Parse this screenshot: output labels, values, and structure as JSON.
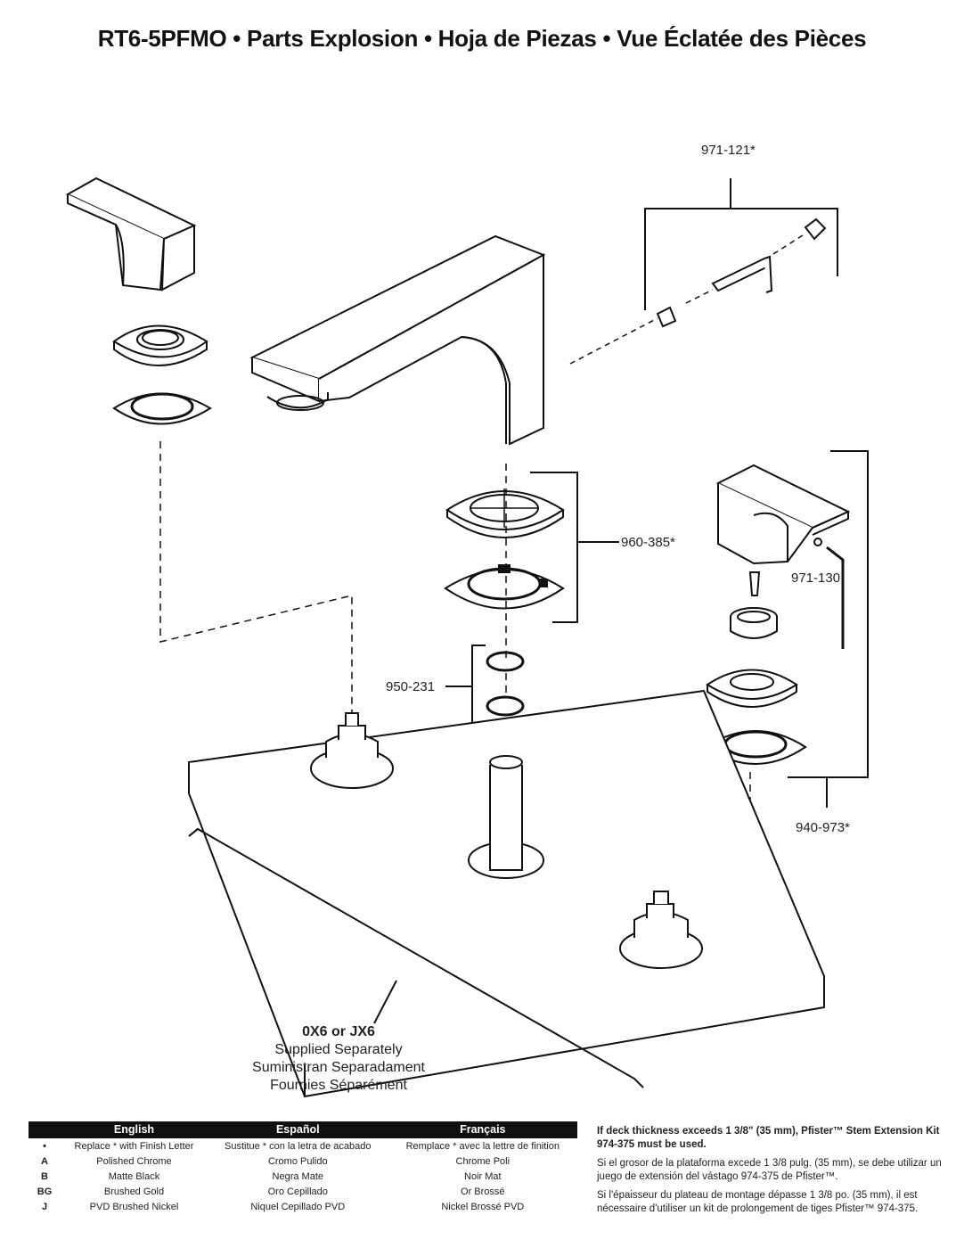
{
  "title": "RT6-5PFMO • Parts Explosion • Hoja de Piezas • Vue Éclatée des Pièces",
  "callouts": {
    "c1": "971-121*",
    "c2": "960-385*",
    "c3": "971-130",
    "c4": "950-231",
    "c5": "940-973*"
  },
  "deck": {
    "line1": "0X6 or JX6",
    "line2": "Supplied Separately",
    "line3": "Suministran Separadament",
    "line4": "Fournies Séparément"
  },
  "finish_table": {
    "headers": [
      "English",
      "Español",
      "Français"
    ],
    "rows": [
      {
        "code": "•",
        "en": "Replace * with Finish Letter",
        "es": "Sustitue * con la letra de acabado",
        "fr": "Remplace * avec la lettre de finition"
      },
      {
        "code": "A",
        "en": "Polished Chrome",
        "es": "Cromo Pulido",
        "fr": "Chrome Poli"
      },
      {
        "code": "B",
        "en": "Matte Black",
        "es": "Negra Mate",
        "fr": "Noir Mat"
      },
      {
        "code": "BG",
        "en": "Brushed Gold",
        "es": "Oro Cepillado",
        "fr": "Or Brossé"
      },
      {
        "code": "J",
        "en": "PVD Brushed Nickel",
        "es": "Niquel Cepillado PVD",
        "fr": "Nickel Brossé PVD"
      }
    ]
  },
  "notes": {
    "en": "If deck thickness exceeds 1 3/8\" (35 mm), Pfister™ Stem Extension Kit 974-375 must be used.",
    "es": "Si el grosor de la plataforma excede 1 3/8 pulg. (35 mm), se debe utilizar un juego de extensión del vástago 974-375 de Pfister™.",
    "fr": "Si l'épaisseur du plateau de montage dépasse 1 3/8 po. (35 mm), il est nécessaire d'utiliser un kit de prolongement de tiges Pfister™ 974-375."
  }
}
